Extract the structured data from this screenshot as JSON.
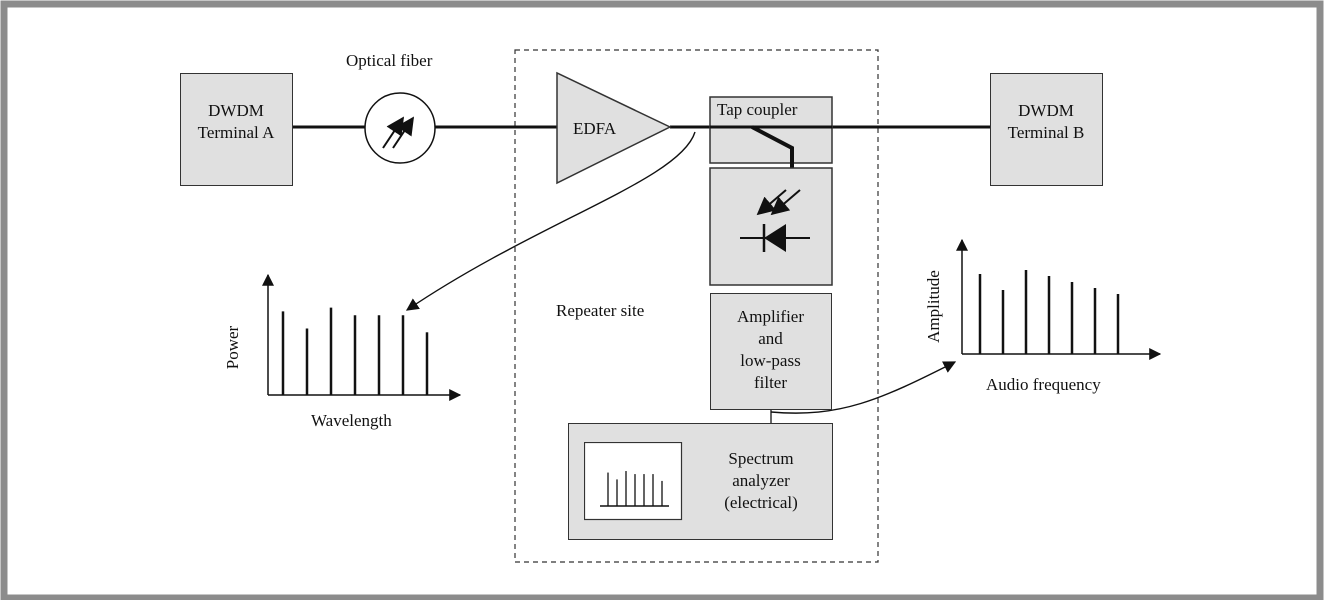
{
  "colors": {
    "frame": "#8c8c8c",
    "box_fill": "#e0e0e0",
    "line": "#111111"
  },
  "nodes": {
    "terminal_a": [
      "DWDM",
      "Terminal A"
    ],
    "terminal_b": [
      "DWDM",
      "Terminal B"
    ],
    "optical_fiber": "Optical fiber",
    "edfa": "EDFA",
    "tap_coupler": "Tap coupler",
    "repeater_site": "Repeater site",
    "amplifier": [
      "Amplifier",
      "and",
      "low-pass",
      "filter"
    ],
    "spectrum_analyzer": [
      "Spectrum",
      "analyzer",
      "(electrical)"
    ]
  },
  "icons": {
    "fiber": "fiber-coil-icon",
    "photodiode": "photodiode-icon",
    "screen": "spectrum-screen-icon"
  },
  "chart_data": [
    {
      "type": "bar",
      "xlabel": "Wavelength",
      "ylabel": "Power",
      "values": [
        88,
        70,
        92,
        84,
        84,
        84,
        66
      ]
    },
    {
      "type": "bar",
      "xlabel": "Audio frequency",
      "ylabel": "Amplitude",
      "values": [
        80,
        64,
        84,
        78,
        72,
        66,
        60
      ]
    }
  ]
}
